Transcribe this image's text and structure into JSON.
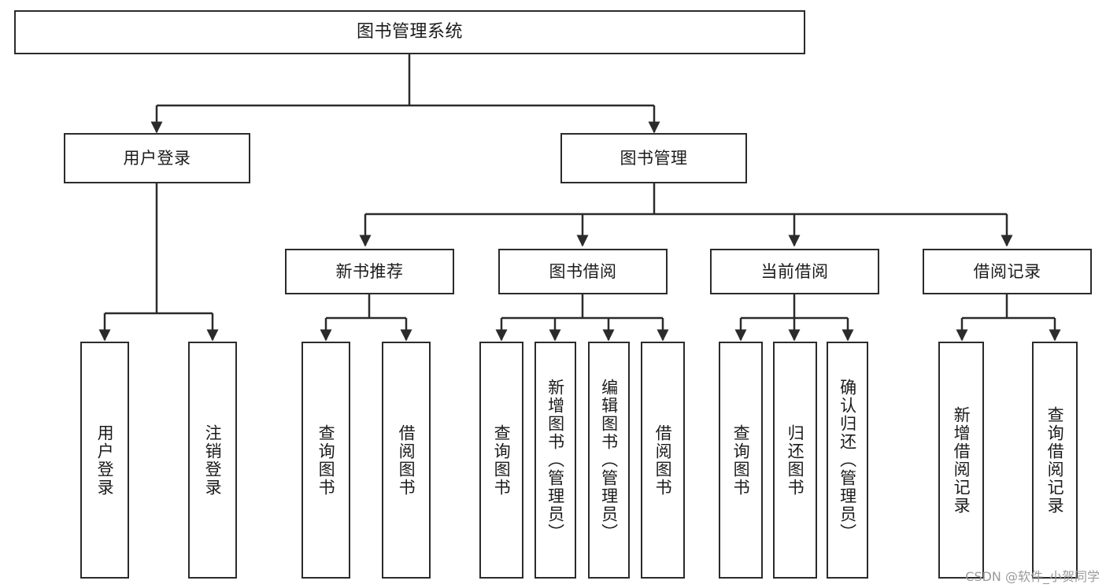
{
  "diagram": {
    "title": "图书管理系统",
    "type": "tree",
    "orientation": "top-down",
    "line_color": "#2b2b2b",
    "box_fill": "#ffffff",
    "text_color": "#1b1b1b",
    "levels": 4
  },
  "nodes": {
    "root": {
      "label": "图书管理系统"
    },
    "level2": [
      {
        "id": "user-login",
        "label": "用户登录"
      },
      {
        "id": "book-management",
        "label": "图书管理"
      }
    ],
    "level3": [
      {
        "id": "new-book-recommend",
        "label": "新书推荐"
      },
      {
        "id": "book-borrow",
        "label": "图书借阅"
      },
      {
        "id": "current-borrow",
        "label": "当前借阅"
      },
      {
        "id": "borrow-record",
        "label": "借阅记录"
      }
    ],
    "leaves": {
      "user_login": [
        {
          "id": "leaf-user-login",
          "label": "用户登录"
        },
        {
          "id": "leaf-logout",
          "label": "注销登录"
        }
      ],
      "new_book_recommend": [
        {
          "id": "leaf-query-book-1",
          "label": "查询图书"
        },
        {
          "id": "leaf-borrow-book-1",
          "label": "借阅图书"
        }
      ],
      "book_borrow": [
        {
          "id": "leaf-query-book-2",
          "label": "查询图书"
        },
        {
          "id": "leaf-add-book",
          "label": "新增图书（管理员）"
        },
        {
          "id": "leaf-edit-book",
          "label": "编辑图书（管理员）"
        },
        {
          "id": "leaf-borrow-book-2",
          "label": "借阅图书"
        }
      ],
      "current_borrow": [
        {
          "id": "leaf-query-book-3",
          "label": "查询图书"
        },
        {
          "id": "leaf-return-book",
          "label": "归还图书"
        },
        {
          "id": "leaf-confirm-return",
          "label": "确认归还（管理员）"
        }
      ],
      "borrow_record": [
        {
          "id": "leaf-add-record",
          "label": "新增借阅记录"
        },
        {
          "id": "leaf-query-record",
          "label": "查询借阅记录"
        }
      ]
    }
  },
  "watermark": {
    "text": "CSDN @软件_小贺同学"
  }
}
